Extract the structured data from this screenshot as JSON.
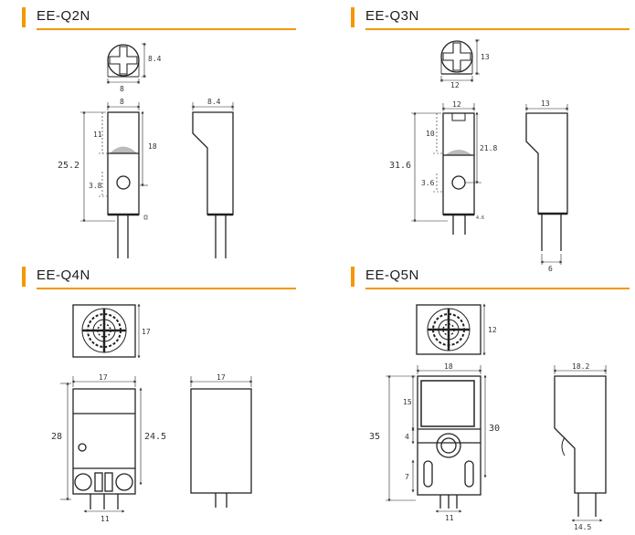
{
  "sections": {
    "q2n": {
      "title": "EE-Q2N",
      "dims": {
        "top_h": "8.4",
        "top_w": "8",
        "front_w": "8",
        "overall_h": "25.2",
        "upper_h": "11",
        "body_h": "18",
        "hole_h": "3.8",
        "side_w": "8.4"
      }
    },
    "q3n": {
      "title": "EE-Q3N",
      "dims": {
        "top_h": "13",
        "top_w": "12",
        "front_w": "12",
        "overall_h": "31.6",
        "upper_h": "10",
        "body_h": "21.8",
        "hole_h": "3.6",
        "small": "4.6",
        "side_w": "13",
        "side_bottom": "6"
      }
    },
    "q4n": {
      "title": "EE-Q4N",
      "dims": {
        "top_h": "17",
        "front_w": "17",
        "overall_h": "28",
        "body_h": "24.5",
        "pin_w": "11",
        "side_w": "17"
      }
    },
    "q5n": {
      "title": "EE-Q5N",
      "dims": {
        "top_h": "12",
        "front_w": "18",
        "overall_h": "35",
        "upper_h": "15",
        "mid_h": "4",
        "lower_h": "7",
        "body_h": "30",
        "pin_w": "11",
        "side_w": "18.2",
        "side_bottom": "14.5"
      }
    }
  }
}
